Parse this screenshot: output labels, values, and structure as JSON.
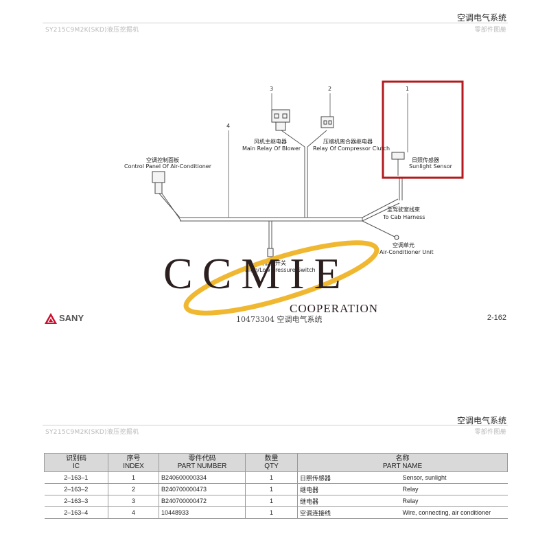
{
  "page1": {
    "header": {
      "title": "空调电气系统",
      "model": "SY215C9M2K(SKD)液压挖掘机",
      "subtitle": "零部件图册"
    },
    "labels": {
      "item3_index": "3",
      "item2_index": "2",
      "item1_index": "1",
      "item4_index": "4",
      "blower_relay_cn": "风机主继电器",
      "blower_relay_en": "Main Relay Of Blower",
      "compressor_relay_cn": "压缩机离合器继电器",
      "compressor_relay_en": "Relay Of Compressor Clutch",
      "sunlight_sensor_cn": "日照传感器",
      "sunlight_sensor_en": "Sunlight Sensor",
      "control_panel_cn": "空调控制面板",
      "control_panel_en": "Control Panel Of Air-Conditioner",
      "cab_harness_cn": "至驾驶室线束",
      "cab_harness_en": "To Cab Harness",
      "ac_unit_cn": "空调单元",
      "ac_unit_en": "Air-Conditioner Unit",
      "pressure_switch_cn": "高低压开关",
      "pressure_switch_en": "High/Low Pressure Switch"
    },
    "footer": {
      "brand": "SANY",
      "center": "10473304 空调电气系统",
      "page": "2-162"
    }
  },
  "watermark": {
    "main": "CCMIE",
    "sub": "COOPERATION"
  },
  "page2": {
    "header": {
      "title": "空调电气系统",
      "model": "SY215C9M2K(SKD)液压挖掘机",
      "subtitle": "零部件图册"
    },
    "table": {
      "headers": [
        {
          "cn": "识别码",
          "en": "IC"
        },
        {
          "cn": "序号",
          "en": "INDEX"
        },
        {
          "cn": "零件代码",
          "en": "PART NUMBER"
        },
        {
          "cn": "数量",
          "en": "QTY"
        },
        {
          "cn": "名称",
          "en": "PART NAME"
        }
      ],
      "rows": [
        {
          "ic": "2–163–1",
          "index": "1",
          "part_number": "B240600000334",
          "qty": "1",
          "name_cn": "日照传感器",
          "name_en": "Sensor, sunlight"
        },
        {
          "ic": "2–163–2",
          "index": "2",
          "part_number": "B240700000473",
          "qty": "1",
          "name_cn": "继电器",
          "name_en": "Relay"
        },
        {
          "ic": "2–163–3",
          "index": "3",
          "part_number": "B240700000472",
          "qty": "1",
          "name_cn": "继电器",
          "name_en": "Relay"
        },
        {
          "ic": "2–163–4",
          "index": "4",
          "part_number": "10448933",
          "qty": "1",
          "name_cn": "空调连接线",
          "name_en": "Wire, connecting, air conditioner"
        }
      ]
    }
  },
  "colors": {
    "highlight_box": "#b3191e",
    "sany_red": "#c8102e",
    "watermark_ellipse": "#f0b731",
    "table_header_bg": "#d9d9d9"
  }
}
